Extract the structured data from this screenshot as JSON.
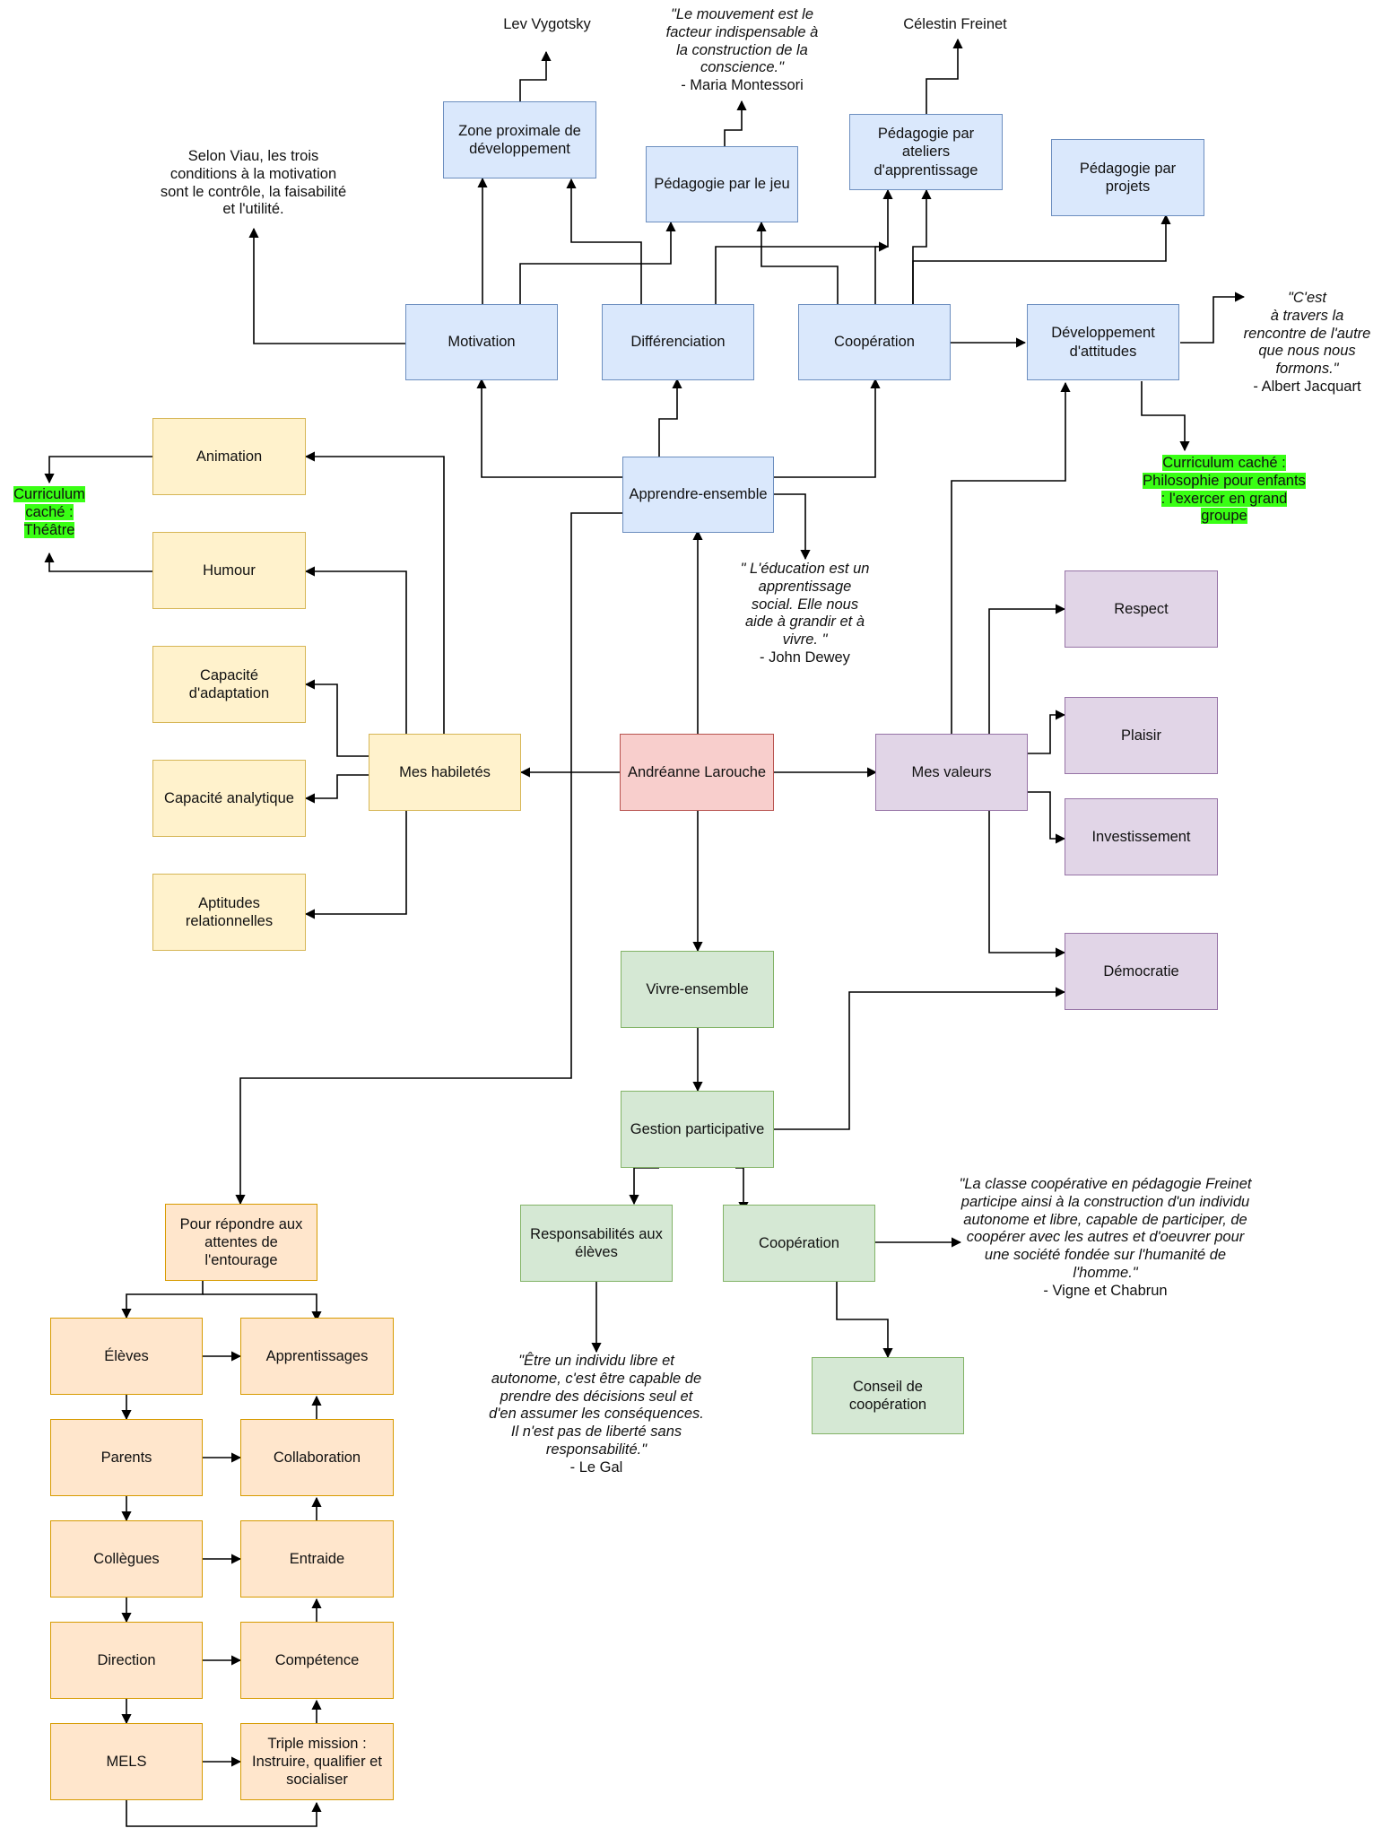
{
  "center": "Andréanne Larouche",
  "apprendre": {
    "hub": "Apprendre-ensemble",
    "motivation": "Motivation",
    "differenciation": "Différenciation",
    "cooperation": "Coopération",
    "developpement": "Développement\nd'attitudes",
    "zpd": "Zone proximale de\ndéveloppement",
    "jeu": "Pédagogie par le jeu",
    "ateliers": "Pédagogie par\nateliers\nd'apprentissage",
    "projets": "Pédagogie par\nprojets"
  },
  "habiletes": {
    "hub": "Mes habiletés",
    "animation": "Animation",
    "humour": "Humour",
    "adaptation": "Capacité d'adaptation",
    "analytique": "Capacité analytique",
    "aptitudes": "Aptitudes\nrelationnelles"
  },
  "valeurs": {
    "hub": "Mes valeurs",
    "respect": "Respect",
    "plaisir": "Plaisir",
    "investissement": "Investissement",
    "democratie": "Démocratie"
  },
  "vivre": {
    "hub": "Vivre-ensemble",
    "gestion": "Gestion participative",
    "responsabilites": "Responsabilités aux\nélèves",
    "cooperation": "Coopération",
    "conseil": "Conseil de\ncoopération"
  },
  "entourage": {
    "hub": "Pour répondre aux\nattentes de\nl'entourage",
    "eleves": "Élèves",
    "parents": "Parents",
    "collegues": "Collègues",
    "direction": "Direction",
    "mels": "MELS",
    "apprentissages": "Apprentissages",
    "collaboration": "Collaboration",
    "entraide": "Entraide",
    "competence": "Compétence",
    "triple": "Triple mission :\nInstruire, qualifier et\nsocialiser"
  },
  "annotations": {
    "vygotsky": "Lev Vygotsky",
    "freinet": "Célestin Freinet",
    "viau": "Selon Viau, les trois\nconditions à la motivation\nsont le contrôle,  la faisabilité\net l'utilité.",
    "montessori_quote": "\"Le mouvement est le\nfacteur indispensable à\nla construction de la\nconscience.\"",
    "montessori_author": "- Maria Montessori",
    "jacquart_quote": "\"C'est\nà travers la\nrencontre de l'autre\nque nous nous\nformons.\"",
    "jacquart_author": "- Albert Jacquart",
    "dewey_quote": "\" L'éducation est un\napprentissage\nsocial. Elle nous\naide à grandir et à\nvivre. \"",
    "dewey_author": "- John Dewey",
    "freinet_quote": "\"La classe coopérative en pédagogie Freinet\nparticipe ainsi à la construction d'un individu\nautonome et libre, capable de participer, de\ncoopérer avec les autres et d'oeuvrer pour\nune société fondée sur l'humanité de\nl'homme.\"",
    "freinet_author": "- Vigne et Chabrun",
    "legal_quote": "\"Être un individu libre et\nautonome, c'est être capable de\nprendre des décisions seul et\nd'en assumer les conséquences.\nIl n'est pas de liberté sans\nresponsabilité.\"",
    "legal_author": "- Le Gal",
    "curriculum_theatre": "Curriculum\ncaché :\nThéâtre",
    "curriculum_philo": "Curriculum caché :\nPhilosophie pour enfants\n: l'exercer en grand\ngroupe"
  },
  "colors": {
    "blue": "#dae8fc",
    "yellow": "#fff2cc",
    "purple": "#e1d5e7",
    "green": "#d5e8d4",
    "orange": "#ffe6cc",
    "red": "#f8cecc",
    "highlight": "#39ff14",
    "line": "#000000"
  }
}
